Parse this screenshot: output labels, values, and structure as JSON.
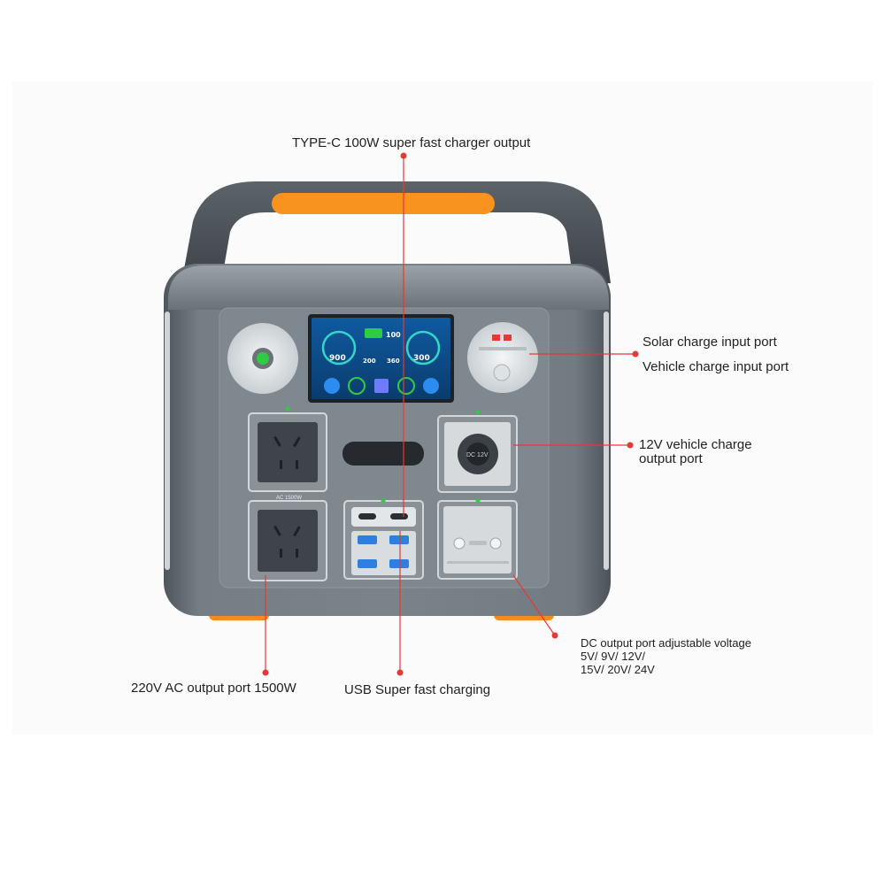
{
  "callouts": {
    "typec": "TYPE-C 100W super fast charger output",
    "solar": "Solar charge input port",
    "vehicle_in": "Vehicle charge input port",
    "vehicle_out_line1": "12V vehicle charge",
    "vehicle_out_line2": "output port",
    "dc_line1": "DC output port adjustable voltage",
    "dc_line2": "5V/ 9V/ 12V/",
    "dc_line3": "15V/ 20V/ 24V",
    "ac": "220V AC output port 1500W",
    "usb": "USB Super fast charging"
  },
  "device": {
    "ac_label": "AC 1500W",
    "dc_socket_label": "DC 12V",
    "screen": {
      "battery": "100",
      "left_gauge": "900",
      "right_gauge": "300",
      "mid_left": "200",
      "mid_right": "360"
    }
  },
  "colors": {
    "callout_line": "#e53935",
    "handle_grip": "#f7931e",
    "body": "#6e767c",
    "screen_bg": "#0d4f8a"
  }
}
